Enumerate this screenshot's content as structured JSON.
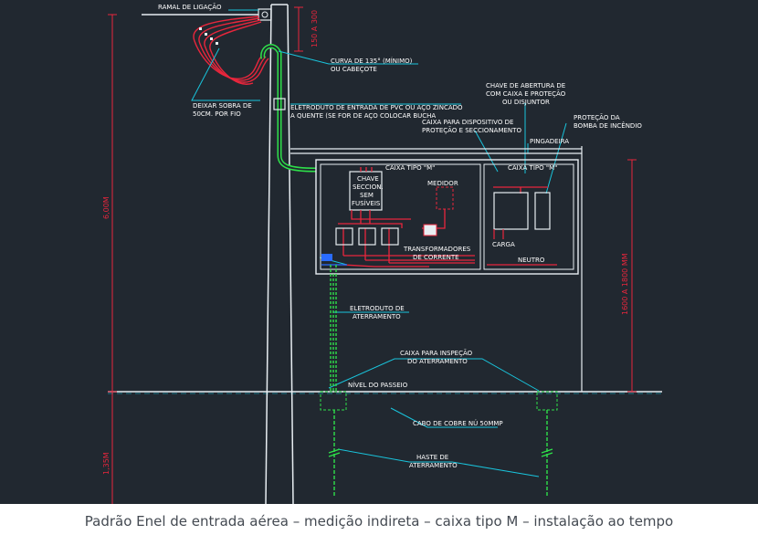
{
  "caption": "Padrão Enel de entrada aérea – medição indireta – caixa tipo M – instalação ao tempo",
  "labels": {
    "ramal": "RAMAL DE LIGAÇÃO",
    "curva_1": "CURVA DE 135° (MÍNIMO)",
    "curva_2": "OU CABEÇOTE",
    "deixar_1": "DEIXAR SOBRA DE",
    "deixar_2": "50CM. POR FIO",
    "eletroduto_entrada_1": "ELETRODUTO DE ENTRADA DE PVC OU AÇO ZINCADO",
    "eletroduto_entrada_2": "A QUENTE (SE FOR DE AÇO COLOCAR BUCHA",
    "chave_abertura_1": "CHAVE DE ABERTURA DE",
    "chave_abertura_2": "COM CAIXA E PROTEÇÃO",
    "chave_abertura_3": "OU DISJUNTOR",
    "caixa_dispositivo_1": "CAIXA PARA DISPOSITIVO DE",
    "caixa_dispositivo_2": "PROTEÇÃO E SECCIONAMENTO",
    "protecao_1": "PROTEÇÃO DA",
    "protecao_2": "BOMBA DE INCÊNDIO",
    "pingadeira": "PINGADEIRA",
    "caixa_m_1": "CAIXA TIPO \"M\"",
    "caixa_m_2": "CAIXA TIPO \"M\"",
    "chave_seccion_1": "CHAVE",
    "chave_seccion_2": "SECCION.",
    "chave_seccion_3": "SEM",
    "chave_seccion_4": "FUSÍVEIS",
    "medidor": "MEDIDOR",
    "carga": "CARGA",
    "transformadores_1": "TRANSFORMADORES",
    "transformadores_2": "DE CORRENTE",
    "neutro": "NEUTRO",
    "eletroduto_aterramento_1": "ELETRODUTO DE",
    "eletroduto_aterramento_2": "ATERRAMENTO",
    "caixa_inspecao_1": "CAIXA PARA INSPEÇÃO",
    "caixa_inspecao_2": "DO ATERRAMENTO",
    "nivel": "NÍVEL DO PASSEIO",
    "cabo": "CABO DE COBRE NÚ 50MMP",
    "haste_1": "HASTE DE",
    "haste_2": "ATERRAMENTO"
  },
  "dimensions": {
    "d150": "150 A 300",
    "d600": "6,00M",
    "d1600": "1600 A 1800 MM",
    "d135": "1,35M"
  },
  "colors": {
    "background": "#212830",
    "pole": "#e8eef2",
    "leader": "#19c4dc",
    "conductor": "#e8263c",
    "ground": "#2ee04a",
    "box": "#e8eef2",
    "dimension": "#e8263c"
  }
}
